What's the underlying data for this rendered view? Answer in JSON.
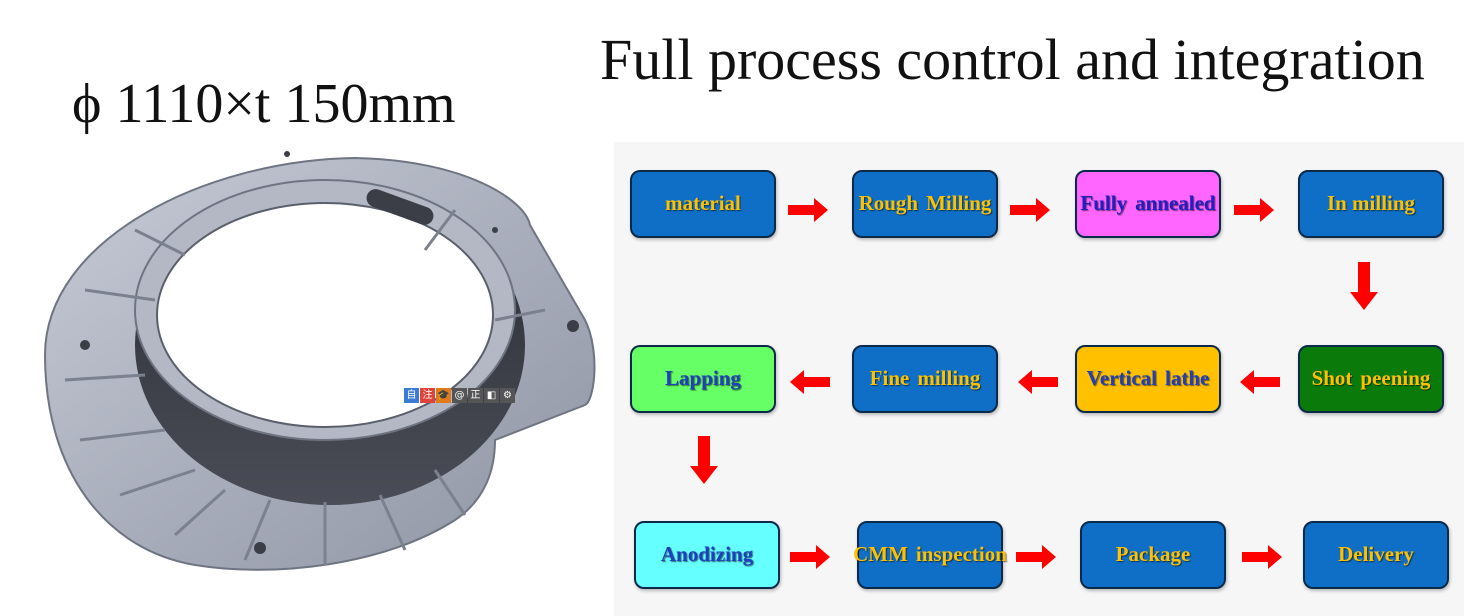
{
  "part_size": "ϕ 1110×t 150mm",
  "title": "Full process control and integration",
  "part_image": {
    "subject": "machined aluminum ring housing with radial ribs"
  },
  "process_steps": [
    {
      "label": "material",
      "fill": "#0f6fc6",
      "text_color": "#ffc000"
    },
    {
      "label": "Rough\nMilling",
      "fill": "#0f6fc6",
      "text_color": "#ffc000"
    },
    {
      "label": "Fully\nannealed",
      "fill": "#ff66ff",
      "text_color": "#2020c0"
    },
    {
      "label": "In milling",
      "fill": "#0f6fc6",
      "text_color": "#ffc000"
    },
    {
      "label": "Shot\npeening",
      "fill": "#0a7a0a",
      "text_color": "#ffc000"
    },
    {
      "label": "Vertical\nlathe",
      "fill": "#ffc000",
      "text_color": "#1f3fbf"
    },
    {
      "label": "Fine\nmilling",
      "fill": "#0f6fc6",
      "text_color": "#ffc000"
    },
    {
      "label": "Lapping",
      "fill": "#66ff66",
      "text_color": "#1f3fbf"
    },
    {
      "label": "Anodizing",
      "fill": "#66ffff",
      "text_color": "#1f3fbf"
    },
    {
      "label": "CMM\ninspection",
      "fill": "#0f6fc6",
      "text_color": "#ffc000"
    },
    {
      "label": "Package",
      "fill": "#0f6fc6",
      "text_color": "#ffc000"
    },
    {
      "label": "Delivery",
      "fill": "#0f6fc6",
      "text_color": "#ffc000"
    }
  ],
  "arrow_color": "#ff0000",
  "toolbar_icons": [
    {
      "name": "auto-icon",
      "glyph": "自",
      "color": "#3a7bd5"
    },
    {
      "name": "note-icon",
      "glyph": "注",
      "color": "#e0433a"
    },
    {
      "name": "edu-icon",
      "glyph": "🎓",
      "color": "#e07a1a"
    },
    {
      "name": "at-icon",
      "glyph": "@",
      "color": "#555555"
    },
    {
      "name": "correct-icon",
      "glyph": "正",
      "color": "#555555"
    },
    {
      "name": "contrast-icon",
      "glyph": "◧",
      "color": "#555555"
    },
    {
      "name": "gear-icon",
      "glyph": "⚙",
      "color": "#555555"
    }
  ]
}
